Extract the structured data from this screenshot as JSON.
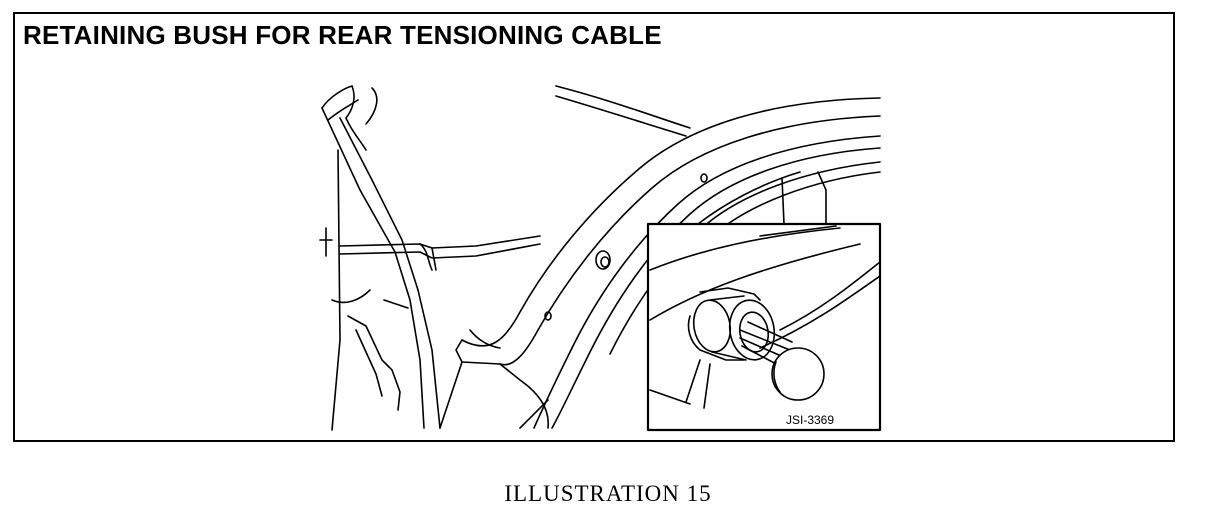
{
  "figure": {
    "title": "RETAINING BUSH FOR REAR TENSIONING CABLE",
    "reference_code": "JSI-3369"
  },
  "caption": "ILLUSTRATION 15"
}
